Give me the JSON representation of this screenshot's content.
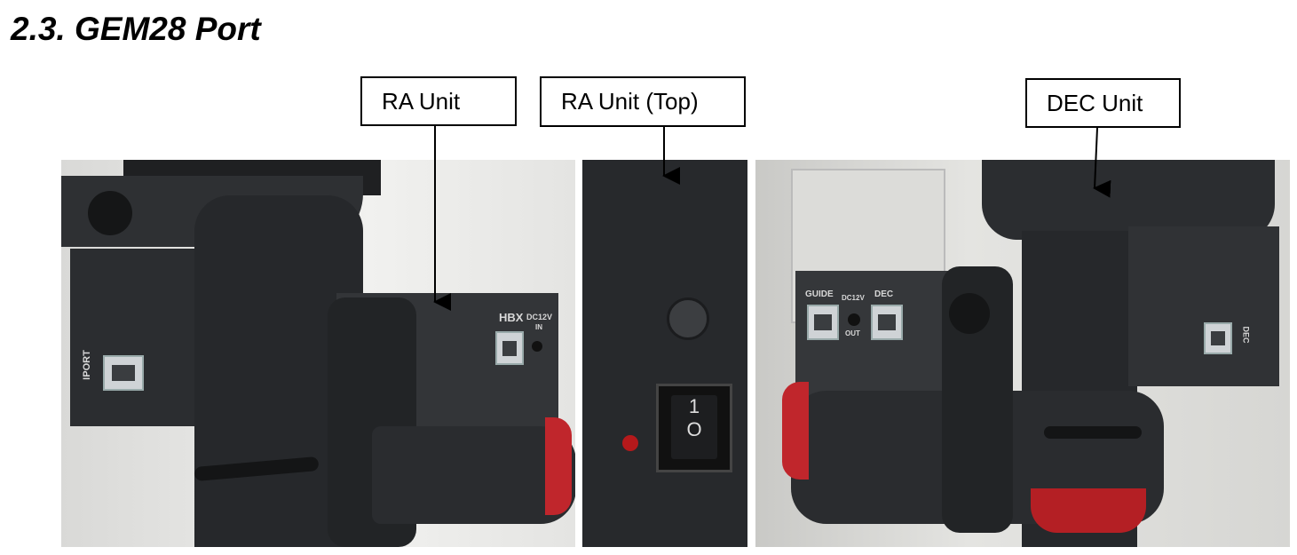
{
  "section_title": "2.3. GEM28 Port",
  "callouts": {
    "ra_unit": "RA Unit",
    "ra_unit_top": "RA Unit (Top)",
    "dec_unit": "DEC Unit"
  },
  "photo_labels": {
    "ra": {
      "iport": "IPORT",
      "hbx": "HBX",
      "dc12v": "DC12V",
      "in": "IN"
    },
    "ra_top": {
      "switch_on": "1",
      "switch_off": "O"
    },
    "dec": {
      "guide": "GUIDE",
      "dc12v": "DC12V",
      "out": "OUT",
      "dec": "DEC",
      "dec_side": "DEC"
    }
  },
  "colors": {
    "mount_body": "#2b2d30",
    "accent_red": "#c0262c",
    "background_wall": "#e9e9e7"
  }
}
